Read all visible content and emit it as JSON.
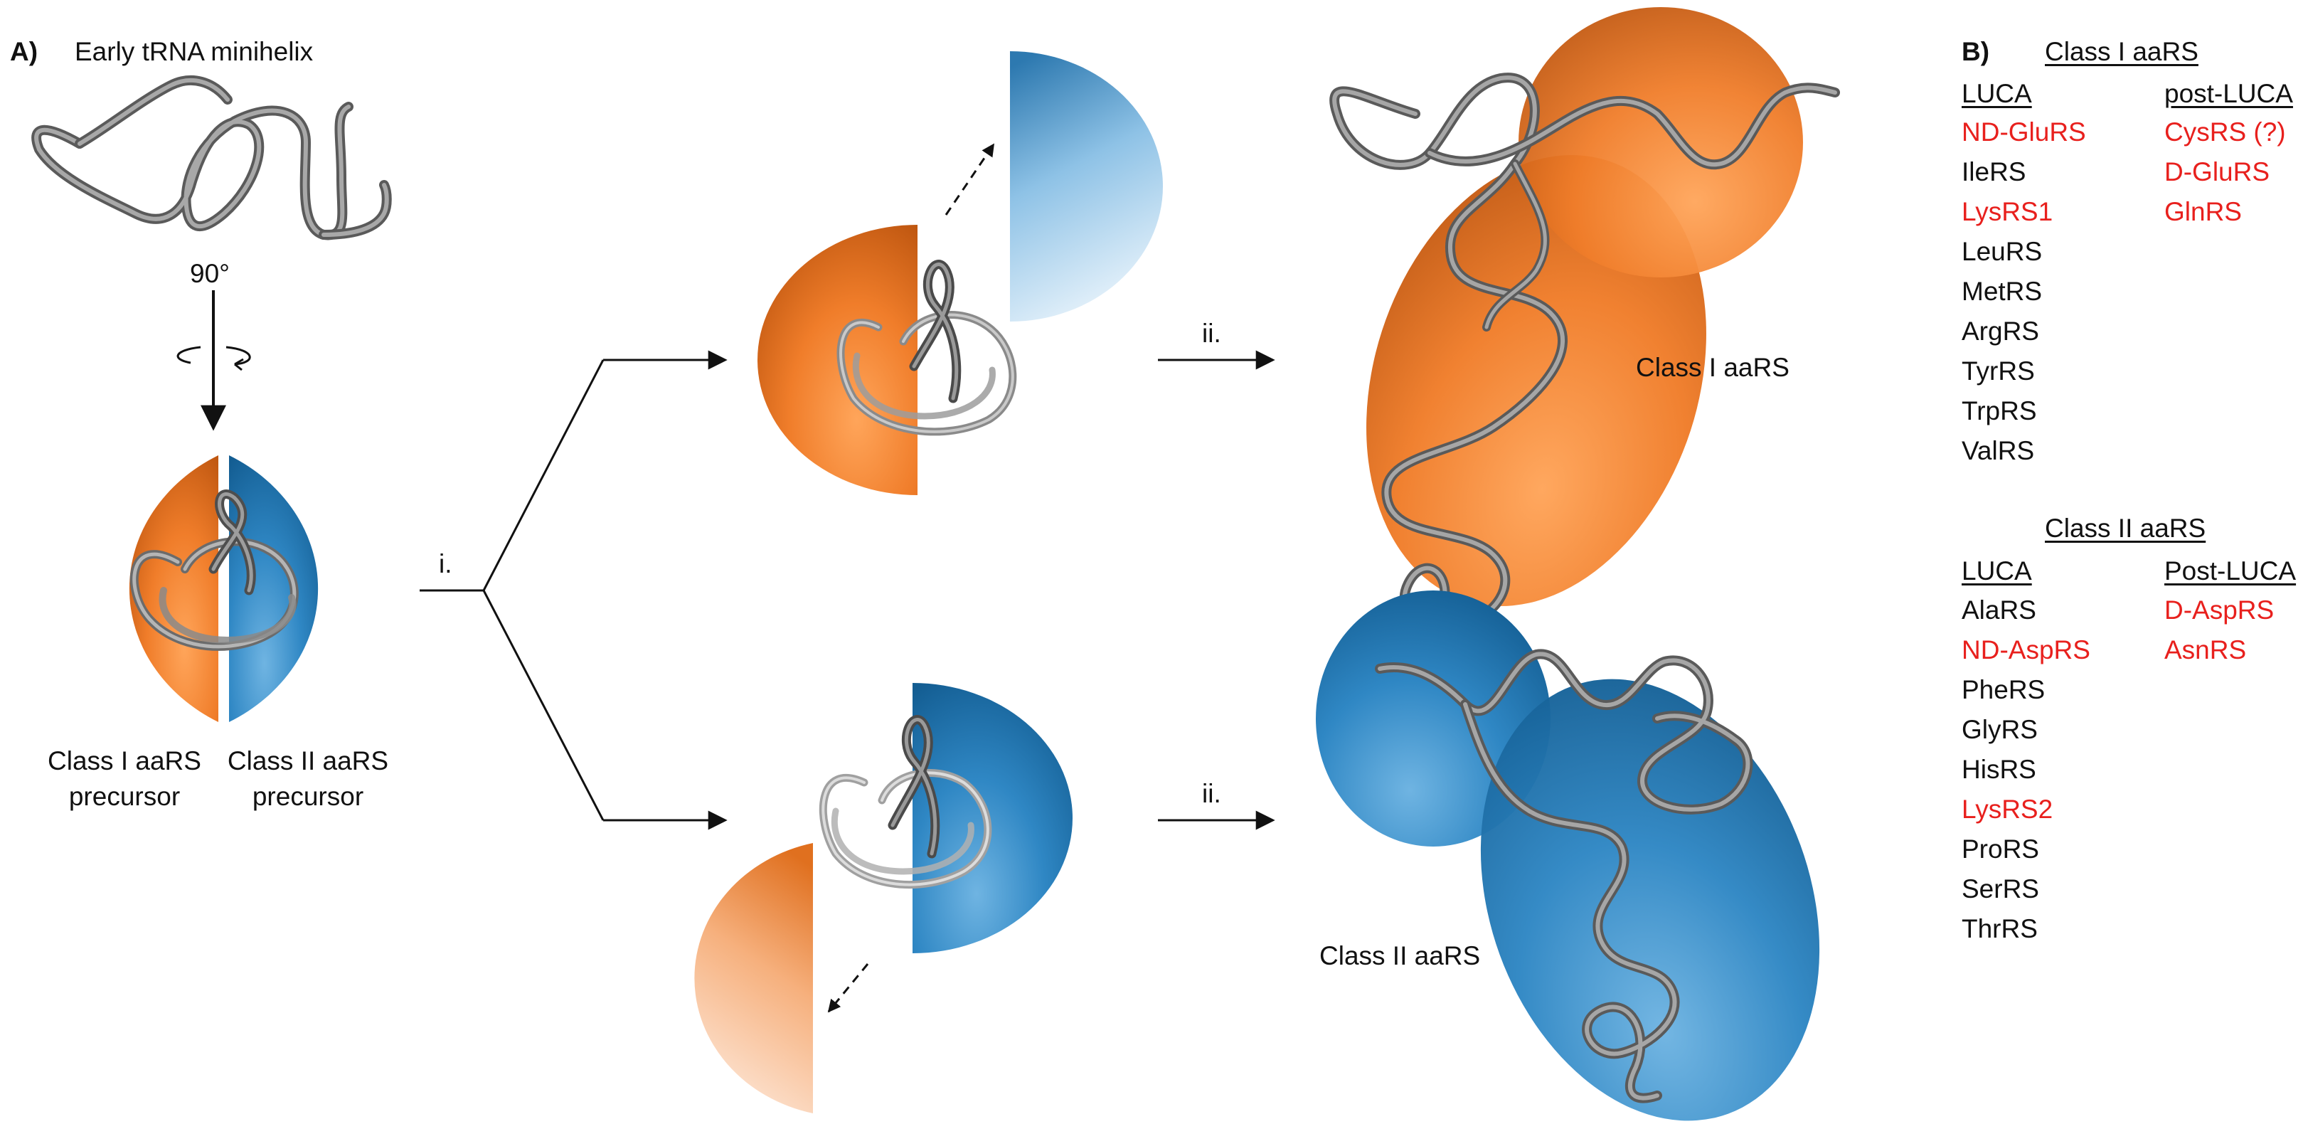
{
  "panel_a": {
    "panel_label": "A)",
    "minihelix_label": "Early tRNA minihelix",
    "rotation_label": "90°",
    "precursor_class1": [
      "Class I aaRS",
      "precursor"
    ],
    "precursor_class2": [
      "Class II aaRS",
      "precursor"
    ],
    "step_i_label": "i.",
    "step_ii_label": "ii.",
    "class1_result_label": "Class I aaRS",
    "class2_result_label": "Class II aaRS"
  },
  "panel_b": {
    "panel_label": "B)",
    "class1": {
      "title": "Class I aaRS",
      "col1_header": "LUCA",
      "col2_header": "post-LUCA",
      "luca": [
        {
          "name": "ND-GluRS",
          "color": "#e8201d"
        },
        {
          "name": "IleRS",
          "color": "#111111"
        },
        {
          "name": "LysRS1",
          "color": "#e8201d"
        },
        {
          "name": "LeuRS",
          "color": "#111111"
        },
        {
          "name": "MetRS",
          "color": "#111111"
        },
        {
          "name": "ArgRS",
          "color": "#111111"
        },
        {
          "name": "TyrRS",
          "color": "#111111"
        },
        {
          "name": "TrpRS",
          "color": "#111111"
        },
        {
          "name": "ValRS",
          "color": "#111111"
        }
      ],
      "post_luca": [
        {
          "name": "CysRS (?)",
          "color": "#e8201d"
        },
        {
          "name": "D-GluRS",
          "color": "#e8201d"
        },
        {
          "name": "GlnRS",
          "color": "#e8201d"
        }
      ]
    },
    "class2": {
      "title": "Class II aaRS",
      "col1_header": "LUCA",
      "col2_header": "Post-LUCA",
      "luca": [
        {
          "name": "AlaRS",
          "color": "#111111"
        },
        {
          "name": "ND-AspRS",
          "color": "#e8201d"
        },
        {
          "name": "PheRS",
          "color": "#111111"
        },
        {
          "name": "GlyRS",
          "color": "#111111"
        },
        {
          "name": "HisRS",
          "color": "#111111"
        },
        {
          "name": "LysRS2",
          "color": "#e8201d"
        },
        {
          "name": "ProRS",
          "color": "#111111"
        },
        {
          "name": "SerRS",
          "color": "#111111"
        },
        {
          "name": "ThrRS",
          "color": "#111111"
        }
      ],
      "post_luca": [
        {
          "name": "D-AspRS",
          "color": "#e8201d"
        },
        {
          "name": "AsnRS",
          "color": "#e8201d"
        }
      ]
    }
  },
  "colors": {
    "class1_orange": "#e0701f",
    "class2_blue": "#1d74b0",
    "rna_tube": "#7a7a7a",
    "highlight_red": "#e8201d"
  }
}
